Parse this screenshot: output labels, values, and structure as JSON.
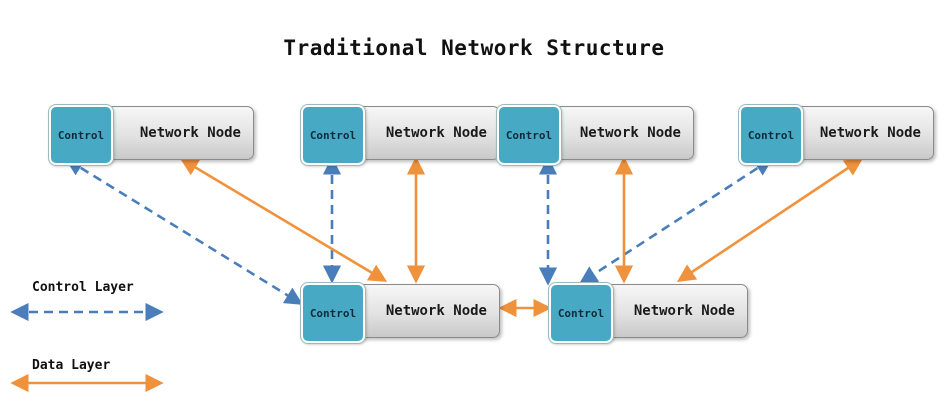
{
  "title": "Traditional Network Structure",
  "node_label": "Network Node",
  "control_label": "Control",
  "legend": {
    "control_layer": "Control Layer",
    "data_layer": "Data Layer"
  },
  "colors": {
    "control": "#4a7ebb",
    "data": "#f0913c",
    "control_box": "#48a9c5"
  }
}
